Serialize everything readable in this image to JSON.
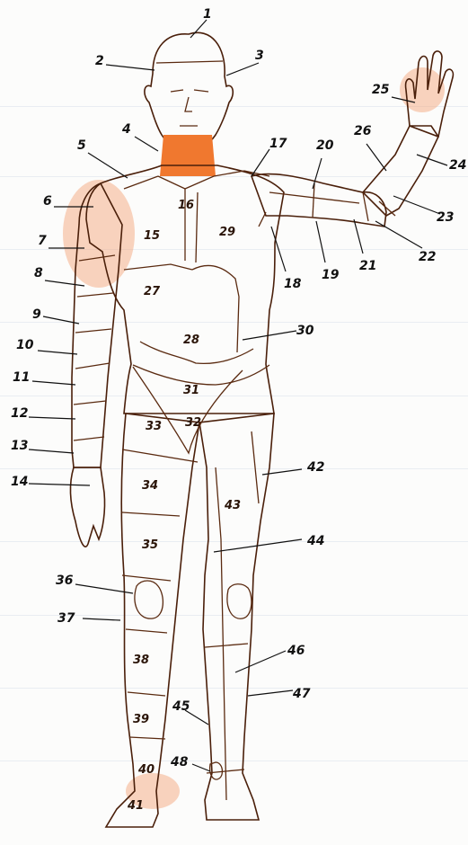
{
  "diagram": {
    "labels": [
      "1",
      "2",
      "3",
      "4",
      "5",
      "6",
      "7",
      "8",
      "9",
      "10",
      "11",
      "12",
      "13",
      "14",
      "15",
      "16",
      "17",
      "18",
      "19",
      "20",
      "21",
      "22",
      "23",
      "24",
      "25",
      "26",
      "27",
      "28",
      "29",
      "30",
      "31",
      "32",
      "33",
      "34",
      "35",
      "36",
      "37",
      "38",
      "39",
      "40",
      "41",
      "42",
      "43",
      "44",
      "45",
      "46",
      "47",
      "48"
    ]
  }
}
